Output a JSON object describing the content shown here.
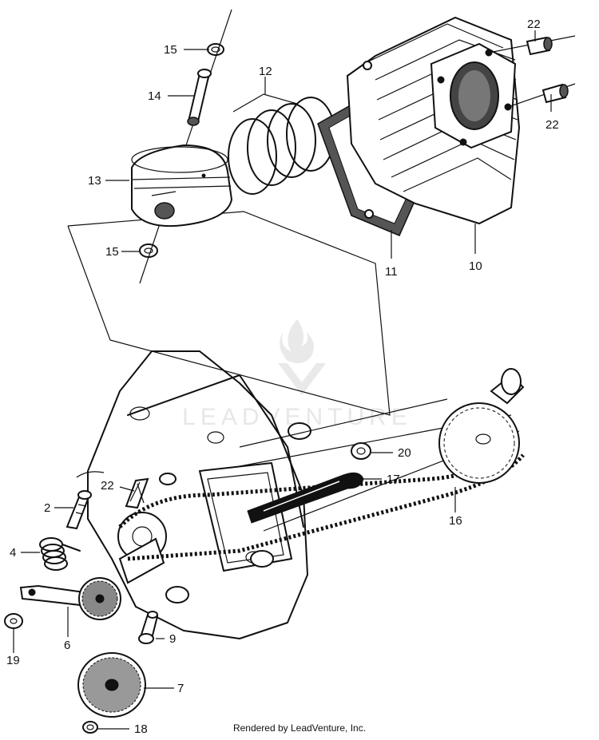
{
  "callouts": {
    "c15a": "15",
    "c14": "14",
    "c12": "12",
    "c13": "13",
    "c15b": "15",
    "c22a": "22",
    "c22b": "22",
    "c11": "11",
    "c10": "10",
    "c22c": "22",
    "c2": "2",
    "c4": "4",
    "c20": "20",
    "c17": "17",
    "c16": "16",
    "c6": "6",
    "c9": "9",
    "c19": "19",
    "c7": "7",
    "c18": "18"
  },
  "watermark": "LEADVENTURE",
  "footer": "Rendered by LeadVenture, Inc."
}
